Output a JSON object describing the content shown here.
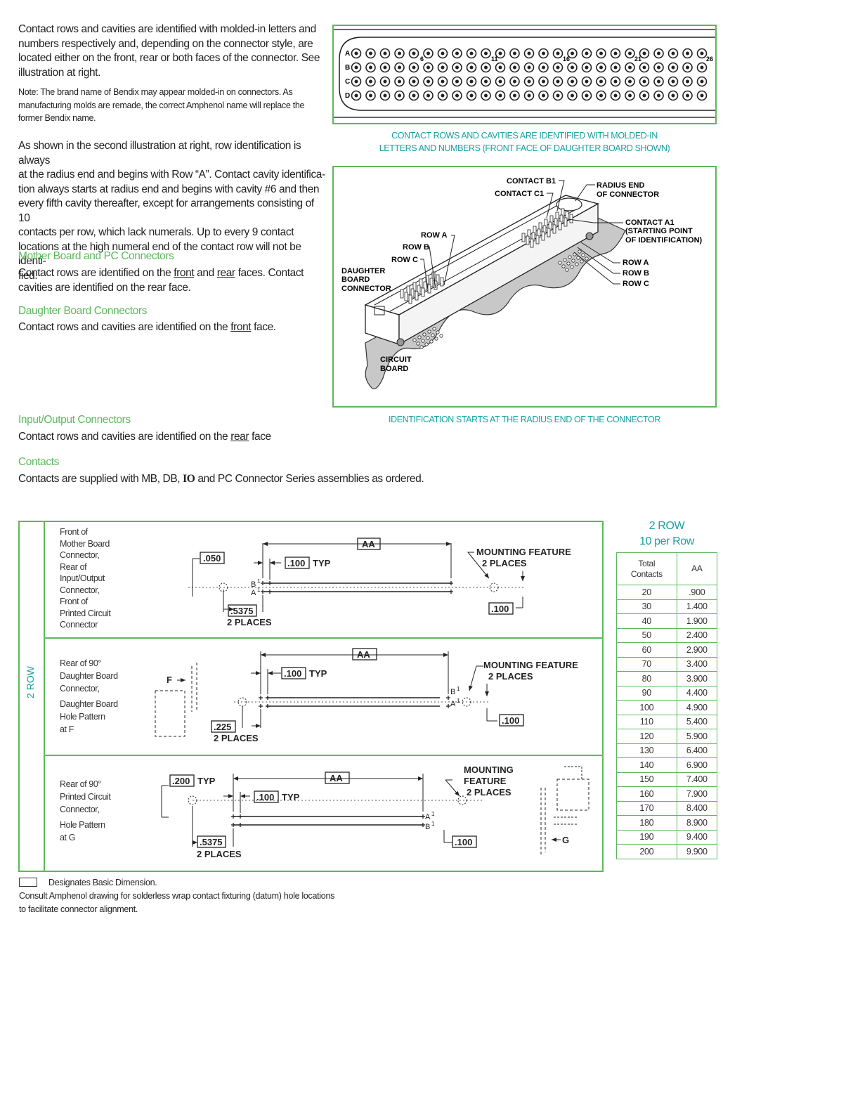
{
  "intro": {
    "paragraph1": [
      "Contact rows and cavities are identified with molded-in letters and",
      "numbers respectively and, depending on the connector style, are",
      "located either on the front, rear or both faces of the connector. See",
      "illustration at right."
    ],
    "note": [
      "Note: The brand name of Bendix may appear molded-in on connectors. As",
      "manufacturing molds are remade, the correct Amphenol name will replace the",
      "former Bendix name."
    ],
    "paragraph2": [
      "As shown in the second illustration at right, row identification is always",
      "at the radius end and begins with Row “A”. Contact cavity identifica-",
      "tion always starts at radius end and begins with cavity #6 and then",
      "every fifth cavity thereafter, except for arrangements consisting of 10",
      "contacts per row, which lack numerals. Up to every 9 contact",
      "locations at the high numeral end of the contact row will not be identi-",
      "fied."
    ]
  },
  "sections": {
    "mother": {
      "heading": "Mother Board and PC Connectors",
      "line1_a": "Contact rows are identified on the ",
      "line1_front": "front",
      "line1_and": " and ",
      "line1_rear": "rear",
      "line1_b": " faces. Contact",
      "line2": "cavities are identified on the rear face."
    },
    "daughter": {
      "heading": "Daughter Board Connectors",
      "text_a": "Contact rows and cavities are identified on the ",
      "text_u": "front",
      "text_b": " face."
    },
    "io": {
      "heading": "Input/Output Connectors",
      "text_a": "Contact rows and cavities are identified on the ",
      "text_u": "rear",
      "text_b": " face"
    },
    "contacts": {
      "heading": "Contacts",
      "text_a": "Contacts are supplied with MB, DB, ",
      "text_io": "IO",
      "text_b": " and PC Connector Series assemblies as ordered."
    }
  },
  "figure1": {
    "rows": [
      "A",
      "B",
      "C",
      "D"
    ],
    "numbers": [
      "6",
      "11",
      "16",
      "21",
      "26"
    ],
    "caption": [
      "CONTACT ROWS AND CAVITIES ARE IDENTIFIED WITH MOLDED-IN",
      "LETTERS AND NUMBERS (FRONT FACE OF DAUGHTER BOARD SHOWN)"
    ]
  },
  "figure2": {
    "labels": {
      "contact_b1": "CONTACT B1",
      "contact_c1": "CONTACT C1",
      "radius_end": [
        "RADIUS END",
        "OF CONNECTOR"
      ],
      "contact_a1": [
        "CONTACT A1",
        "(STARTING POINT",
        " OF IDENTIFICATION)"
      ],
      "row_a_left": "ROW A",
      "row_b_left": "ROW B",
      "row_c_left": "ROW C",
      "daughter": [
        "DAUGHTER",
        "BOARD",
        "CONNECTOR"
      ],
      "circuit": [
        "CIRCUIT",
        "BOARD"
      ],
      "row_a_right": "ROW A",
      "row_b_right": "ROW B",
      "row_c_right": "ROW C"
    },
    "caption": "IDENTIFICATION STARTS AT THE RADIUS END OF THE CONNECTOR"
  },
  "dimension_box": {
    "side_label": "2 ROW",
    "panel1": {
      "desc": [
        "Front of",
        "Mother Board",
        "Connector,",
        "Rear of",
        "Input/Output",
        "Connector,",
        "Front of",
        "Printed Circuit",
        "Connector"
      ],
      "aa": "AA",
      "d050": ".050",
      "d100typ": ".100",
      "typ": "TYP",
      "mounting": [
        "MOUNTING FEATURE",
        "2 PLACES"
      ],
      "d5375": ".5375",
      "places": "2 PLACES",
      "d100": ".100",
      "rowB": "B",
      "rowA": "A",
      "one": "1"
    },
    "panel2": {
      "desc": [
        "Rear of 90°",
        "Daughter Board",
        "Connector,",
        "Daughter Board",
        "Hole Pattern",
        "at F"
      ],
      "aa": "AA",
      "d100typ": ".100",
      "typ": "TYP",
      "mounting": [
        "MOUNTING FEATURE",
        "2 PLACES"
      ],
      "d225": ".225",
      "places": "2 PLACES",
      "d100": ".100",
      "f": "F",
      "rowB": "B",
      "rowA": "A",
      "one": "1"
    },
    "panel3": {
      "desc": [
        "Rear of 90°",
        "Printed Circuit",
        "Connector,",
        "Hole Pattern",
        "at G"
      ],
      "aa": "AA",
      "d200typ": ".200",
      "d100typ": ".100",
      "typ": "TYP",
      "mounting": [
        "MOUNTING",
        "FEATURE",
        "2 PLACES"
      ],
      "d5375": ".5375",
      "places": "2 PLACES",
      "d100": ".100",
      "g": "G",
      "rowA": "A",
      "rowB": "B",
      "one": "1"
    }
  },
  "table": {
    "title": [
      "2 ROW",
      "10 per Row"
    ],
    "headers": [
      "Total Contacts",
      "AA"
    ],
    "header_total": [
      "Total",
      "Contacts"
    ],
    "rows": [
      [
        "20",
        ".900"
      ],
      [
        "30",
        "1.400"
      ],
      [
        "40",
        "1.900"
      ],
      [
        "50",
        "2.400"
      ],
      [
        "60",
        "2.900"
      ],
      [
        "70",
        "3.400"
      ],
      [
        "80",
        "3.900"
      ],
      [
        "90",
        "4.400"
      ],
      [
        "100",
        "4.900"
      ],
      [
        "110",
        "5.400"
      ],
      [
        "120",
        "5.900"
      ],
      [
        "130",
        "6.400"
      ],
      [
        "140",
        "6.900"
      ],
      [
        "150",
        "7.400"
      ],
      [
        "160",
        "7.900"
      ],
      [
        "170",
        "8.400"
      ],
      [
        "180",
        "8.900"
      ],
      [
        "190",
        "9.400"
      ],
      [
        "200",
        "9.900"
      ]
    ]
  },
  "footnotes": {
    "basic": "Designates Basic Dimension.",
    "consult": [
      "Consult Amphenol drawing for solderless wrap contact fixturing (datum) hole locations",
      "to facilitate connector alignment."
    ]
  },
  "colors": {
    "accent_green": "#5cb85c",
    "caption_teal": "#1aa0a0",
    "board_gray": "#c8c8c8"
  }
}
